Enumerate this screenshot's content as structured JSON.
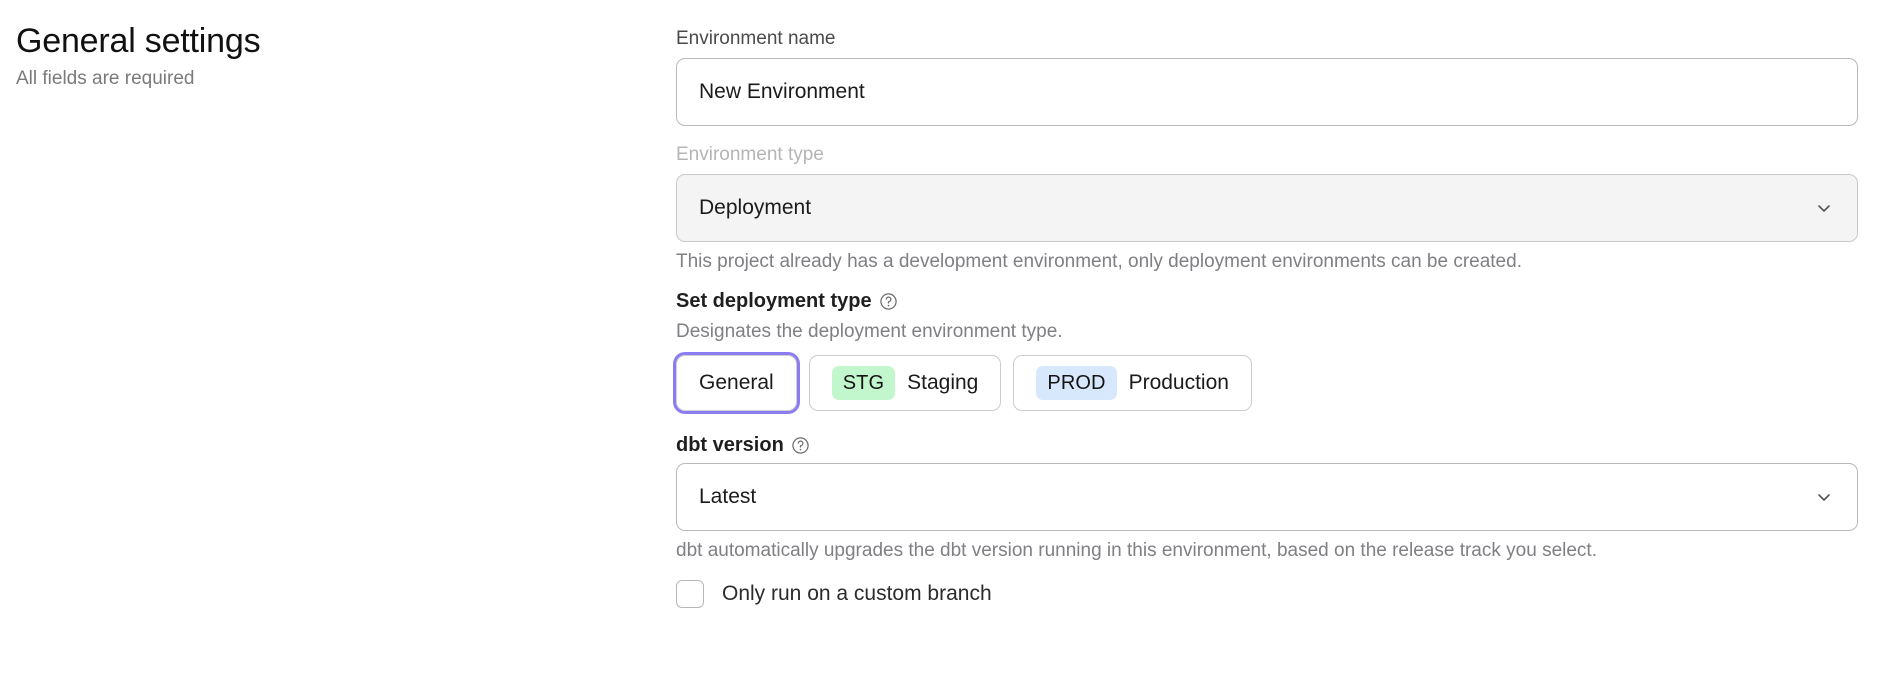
{
  "header": {
    "title": "General settings",
    "subtitle": "All fields are required"
  },
  "form": {
    "environment_name": {
      "label": "Environment name",
      "value": "New Environment",
      "placeholder": "Environment name"
    },
    "environment_type": {
      "label": "Environment type",
      "value": "Deployment",
      "disabled": true,
      "helper_text": "This project already has a development environment, only deployment environments can be created.",
      "chevron_icon": "chevron-down-icon"
    },
    "deployment_type": {
      "label": "Set deployment type",
      "help_icon": "help-circle-icon",
      "description": "Designates the deployment environment type.",
      "options": [
        {
          "id": "general",
          "label": "General",
          "badge": "",
          "badge_color": "",
          "focused": true
        },
        {
          "id": "staging",
          "label": "Staging",
          "badge": "STG",
          "badge_color": "#c2f7cd",
          "focused": false
        },
        {
          "id": "production",
          "label": "Production",
          "badge": "PROD",
          "badge_color": "#d7e8fc",
          "focused": false
        }
      ]
    },
    "dbt_version": {
      "label": "dbt version",
      "help_icon": "help-circle-icon",
      "value": "Latest",
      "helper_text": "dbt automatically upgrades the dbt version running in this environment, based on the release track you select.",
      "chevron_icon": "chevron-down-icon"
    },
    "custom_branch": {
      "label": "Only run on a custom branch",
      "checked": false
    }
  },
  "theme": {
    "focus_ring": "#8b7cf2",
    "text_primary": "#171717",
    "text_muted": "#7f7f84",
    "border": "#b9b9bd",
    "disabled_bg": "#f4f4f5"
  }
}
